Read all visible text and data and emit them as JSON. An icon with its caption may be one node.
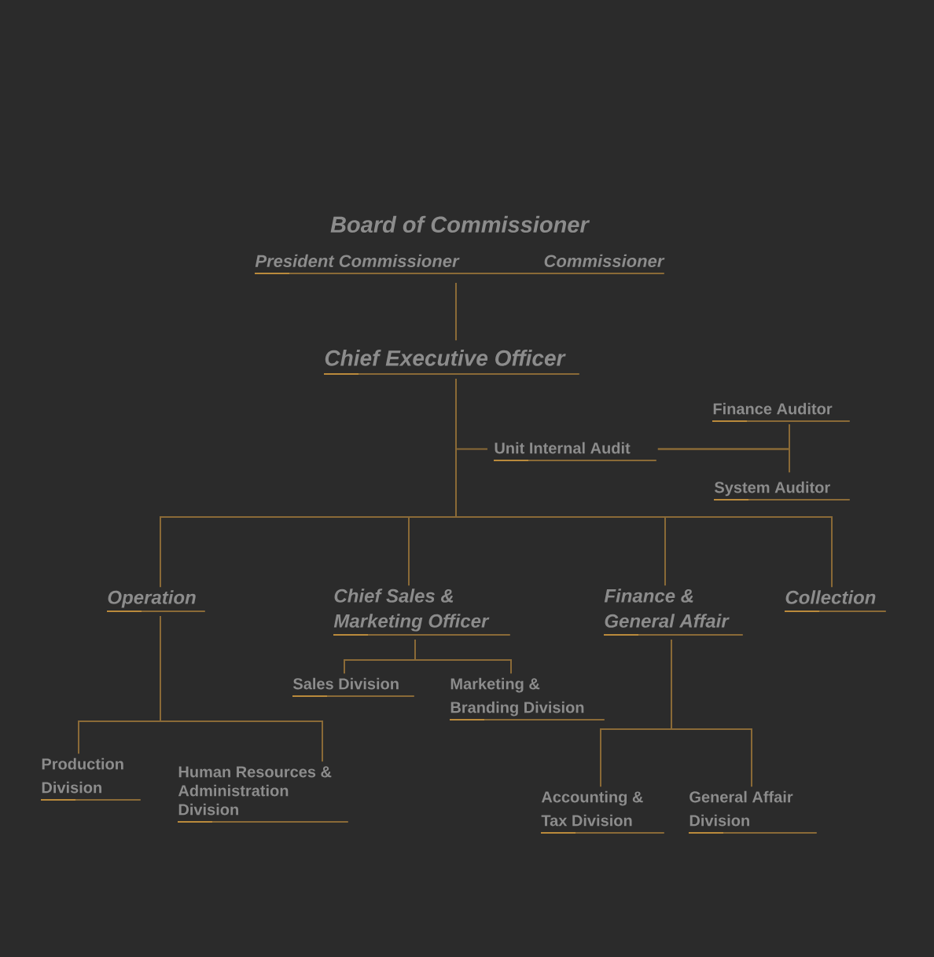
{
  "diagram": {
    "nodes": [
      {
        "text": [
          "Board of Commissioner",
          "President Commissioner",
          "Commissioner"
        ]
      },
      {
        "text": [
          "Chief Executive Officer"
        ]
      },
      {
        "text": [
          "Unit Internal Audit"
        ]
      },
      {
        "text": [
          "Finance Auditor"
        ]
      },
      {
        "text": [
          "System Auditor"
        ]
      },
      {
        "text": [
          "Operation"
        ]
      },
      {
        "text": [
          "Chief Sales & Marketing Officer"
        ]
      },
      {
        "text": [
          "Finance & General Affair"
        ]
      },
      {
        "text": [
          "Collection"
        ]
      },
      {
        "text": [
          "Sales Division"
        ]
      },
      {
        "text": [
          "Marketing & Branding Division"
        ]
      },
      {
        "text": [
          "Production Division"
        ]
      },
      {
        "text": [
          "Human Resources & Administration Division"
        ]
      },
      {
        "text": [
          "Accounting & Tax Division"
        ]
      },
      {
        "text": [
          "General Affair Division"
        ]
      }
    ],
    "edges": [
      {
        "from": 0,
        "to": 1,
        "arrow": "none"
      },
      {
        "from": 1,
        "to": 2,
        "arrow": "none"
      },
      {
        "from": 2,
        "to": 3,
        "arrow": "none"
      },
      {
        "from": 2,
        "to": 4,
        "arrow": "none"
      },
      {
        "from": 1,
        "to": 5,
        "arrow": "none"
      },
      {
        "from": 1,
        "to": 6,
        "arrow": "none"
      },
      {
        "from": 1,
        "to": 7,
        "arrow": "none"
      },
      {
        "from": 1,
        "to": 8,
        "arrow": "none"
      },
      {
        "from": 6,
        "to": 9,
        "arrow": "none"
      },
      {
        "from": 6,
        "to": 10,
        "arrow": "none"
      },
      {
        "from": 5,
        "to": 11,
        "arrow": "none"
      },
      {
        "from": 5,
        "to": 12,
        "arrow": "none"
      },
      {
        "from": 7,
        "to": 13,
        "arrow": "none"
      },
      {
        "from": 7,
        "to": 14,
        "arrow": "none"
      }
    ]
  }
}
